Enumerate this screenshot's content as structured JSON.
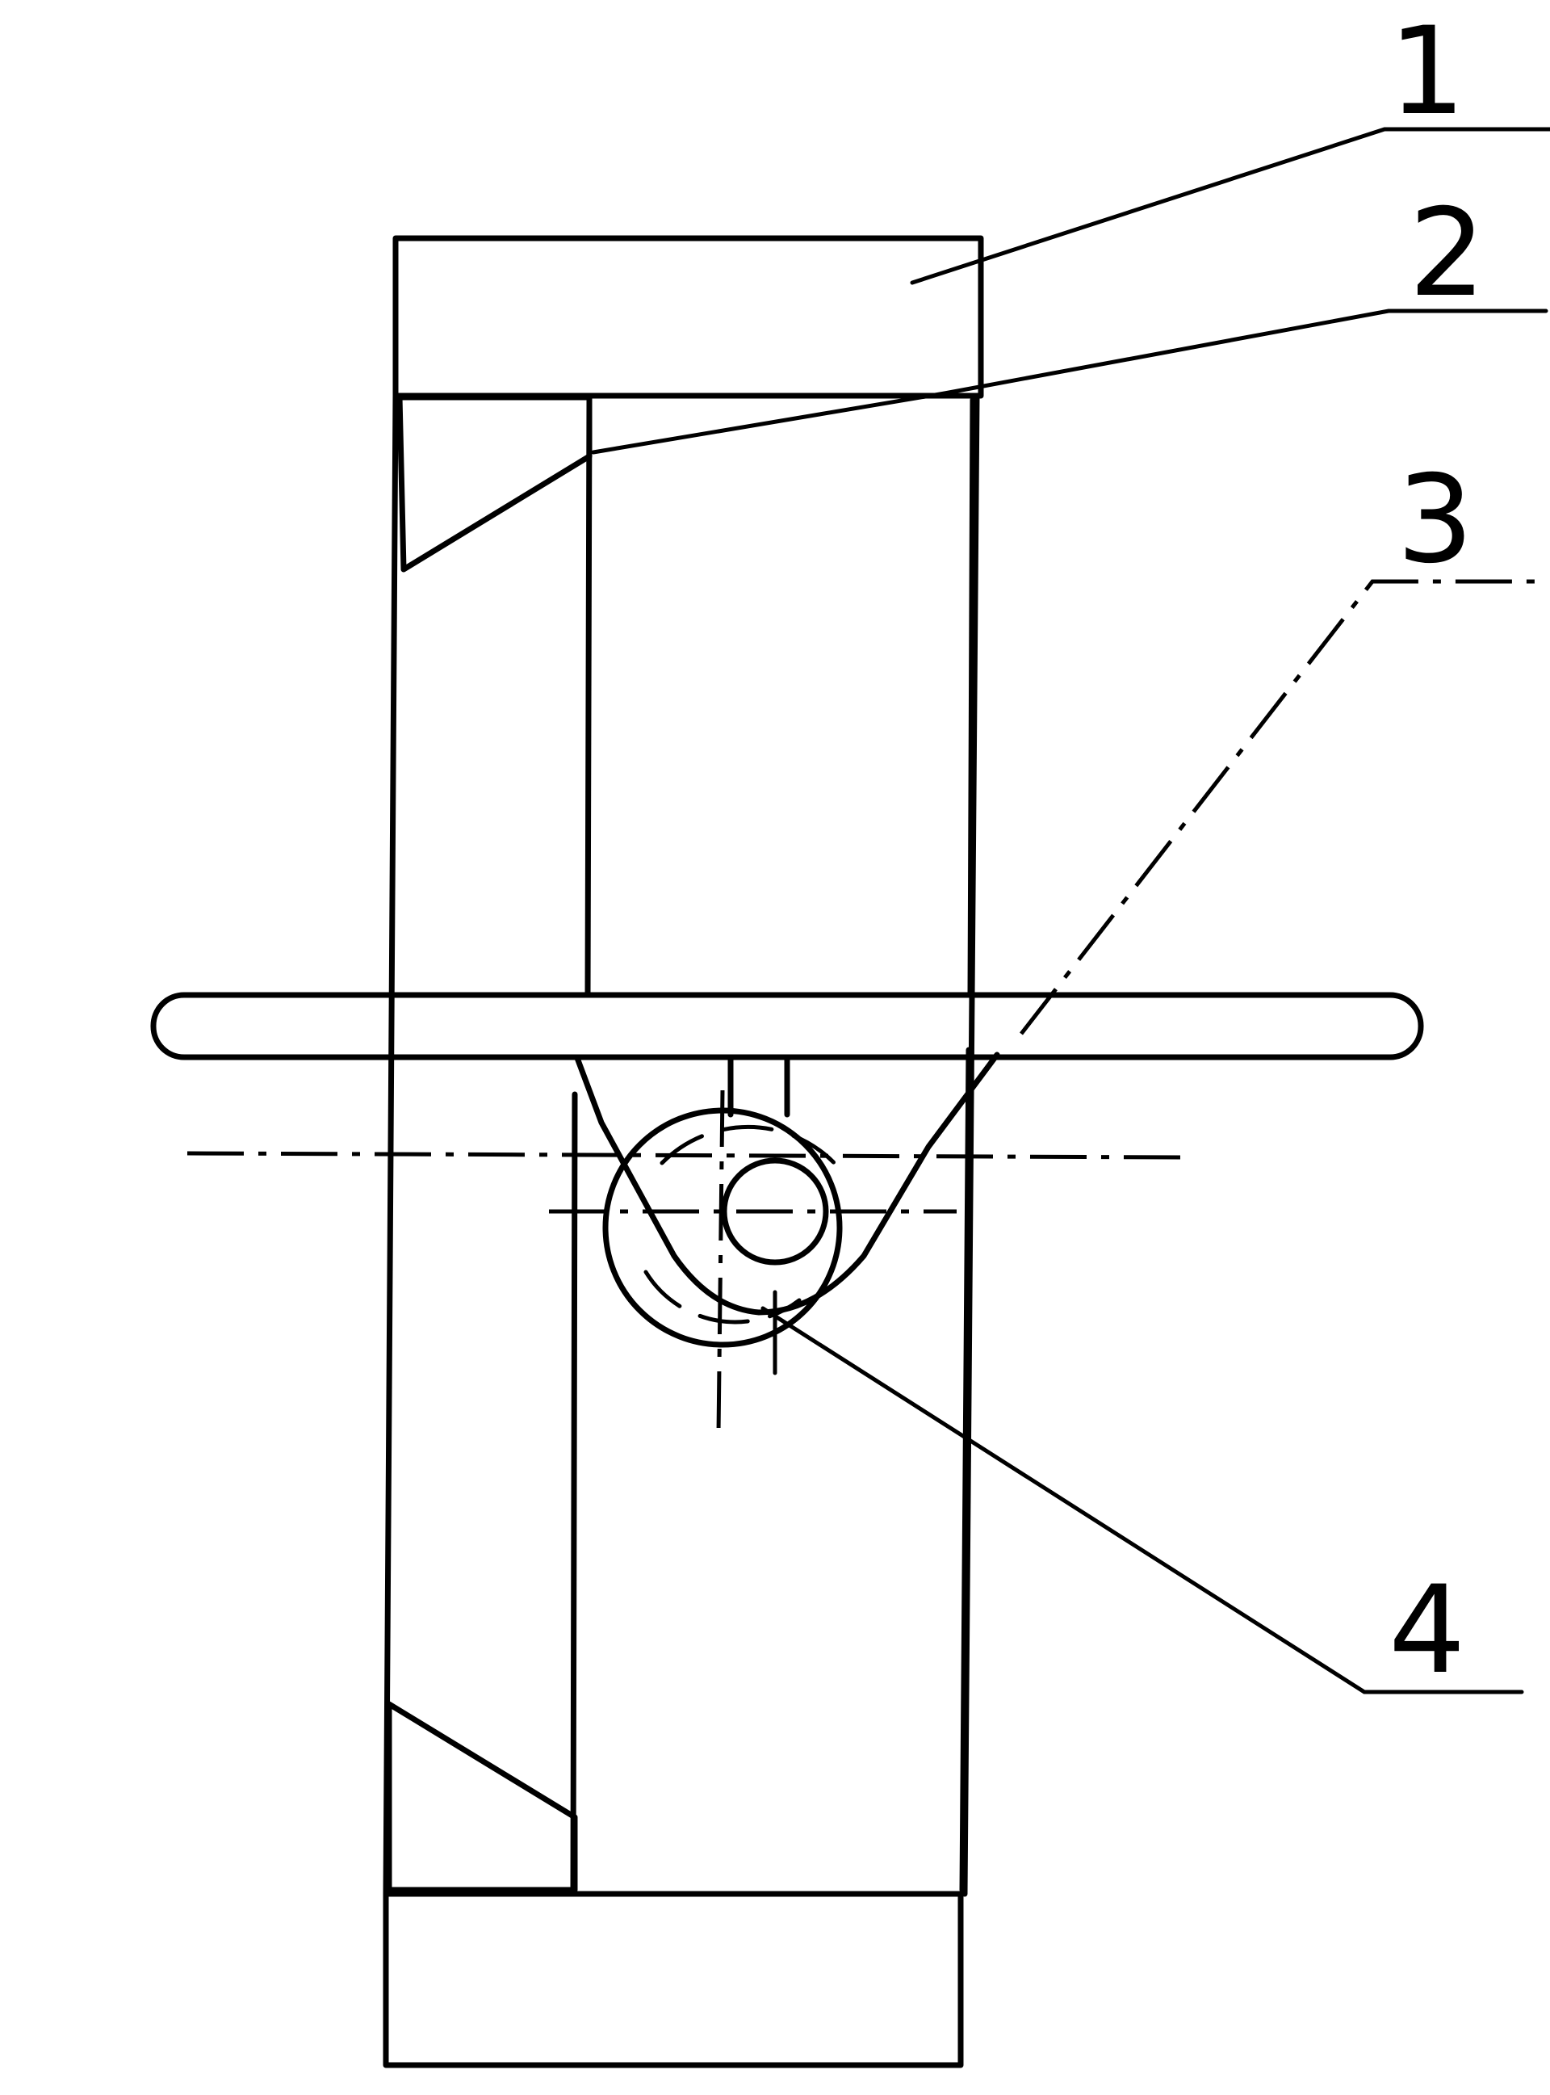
{
  "diagram": {
    "labels": {
      "part_1": "1",
      "part_2": "2",
      "part_3": "3",
      "part_4": "4"
    },
    "colors": {
      "line": "#000000",
      "background": "#ffffff"
    }
  }
}
